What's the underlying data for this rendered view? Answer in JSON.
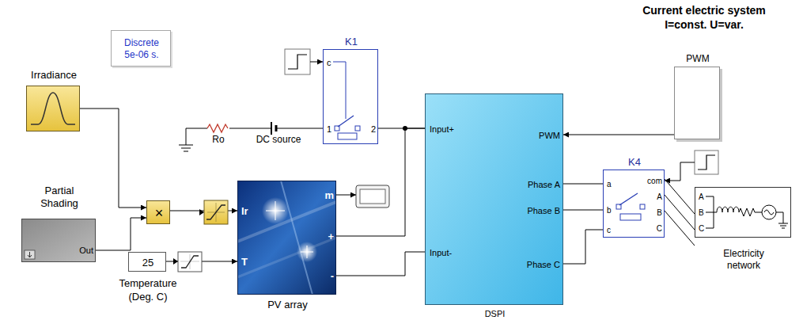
{
  "diagram": {
    "title": "Current electric system I=const. U=var.",
    "nodes": [
      {
        "text": [
          "Discrete 5e-06 s."
        ]
      },
      {
        "text": [
          "Irradiance"
        ]
      },
      {
        "text": [
          "Partial Shading",
          "Out"
        ]
      },
      {
        "text": [
          "×"
        ]
      },
      {
        "text": [
          "25",
          "Temperature (Deg. C)"
        ]
      },
      {
        "text": [
          "Ir",
          "T",
          "m",
          "+",
          "-",
          "PV array"
        ]
      },
      {
        "text": [
          "K1",
          "c",
          "1",
          "2"
        ]
      },
      {
        "text": [
          "PWM"
        ]
      },
      {
        "text": [
          "Input+",
          "Input-",
          "PWM",
          "Phase A",
          "Phase B",
          "Phase C",
          "DSPI"
        ]
      },
      {
        "text": [
          "K4",
          "a",
          "b",
          "c",
          "com",
          "A",
          "B",
          "C"
        ]
      },
      {
        "text": [
          "A",
          "B",
          "C",
          "Electricity network"
        ]
      }
    ],
    "edges": [
      {
        "from": 1,
        "to": 3,
        "arrow": "to"
      },
      {
        "from": 2,
        "to": 3,
        "arrow": "to"
      },
      {
        "from": 3,
        "to": 5,
        "arrow": "to"
      },
      {
        "from": 4,
        "to": 5,
        "arrow": "to"
      },
      {
        "from": 6,
        "to": 8,
        "arrow": "none"
      },
      {
        "from": 5,
        "to": 8,
        "arrow": "none"
      },
      {
        "from": 5,
        "to": 8,
        "arrow": "none"
      },
      {
        "from": 7,
        "to": 8,
        "arrow": "to"
      },
      {
        "from": 8,
        "to": 9,
        "arrow": "none"
      },
      {
        "from": 8,
        "to": 9,
        "arrow": "none"
      },
      {
        "from": 8,
        "to": 9,
        "arrow": "none"
      },
      {
        "from": 9,
        "to": 10,
        "arrow": "none"
      },
      {
        "from": 9,
        "to": 10,
        "arrow": "none"
      },
      {
        "from": 9,
        "to": 10,
        "arrow": "none"
      }
    ],
    "labels": [
      "Ro",
      "DC source"
    ]
  }
}
